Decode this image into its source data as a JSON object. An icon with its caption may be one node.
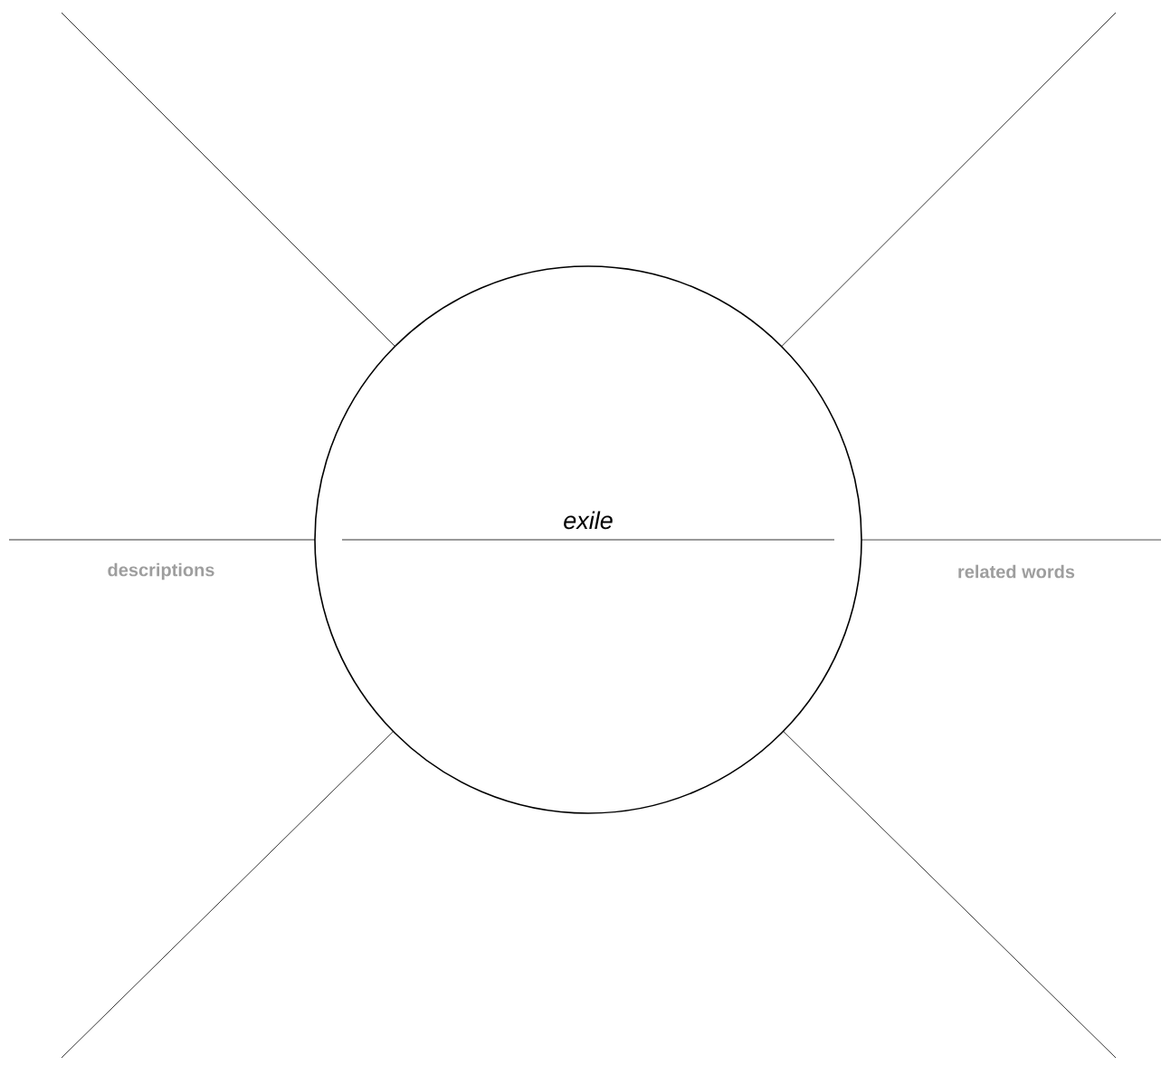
{
  "diagram": {
    "nodes": [
      {
        "text": [
          "exile"
        ]
      }
    ],
    "labels": [
      "descriptions",
      "related words"
    ]
  }
}
